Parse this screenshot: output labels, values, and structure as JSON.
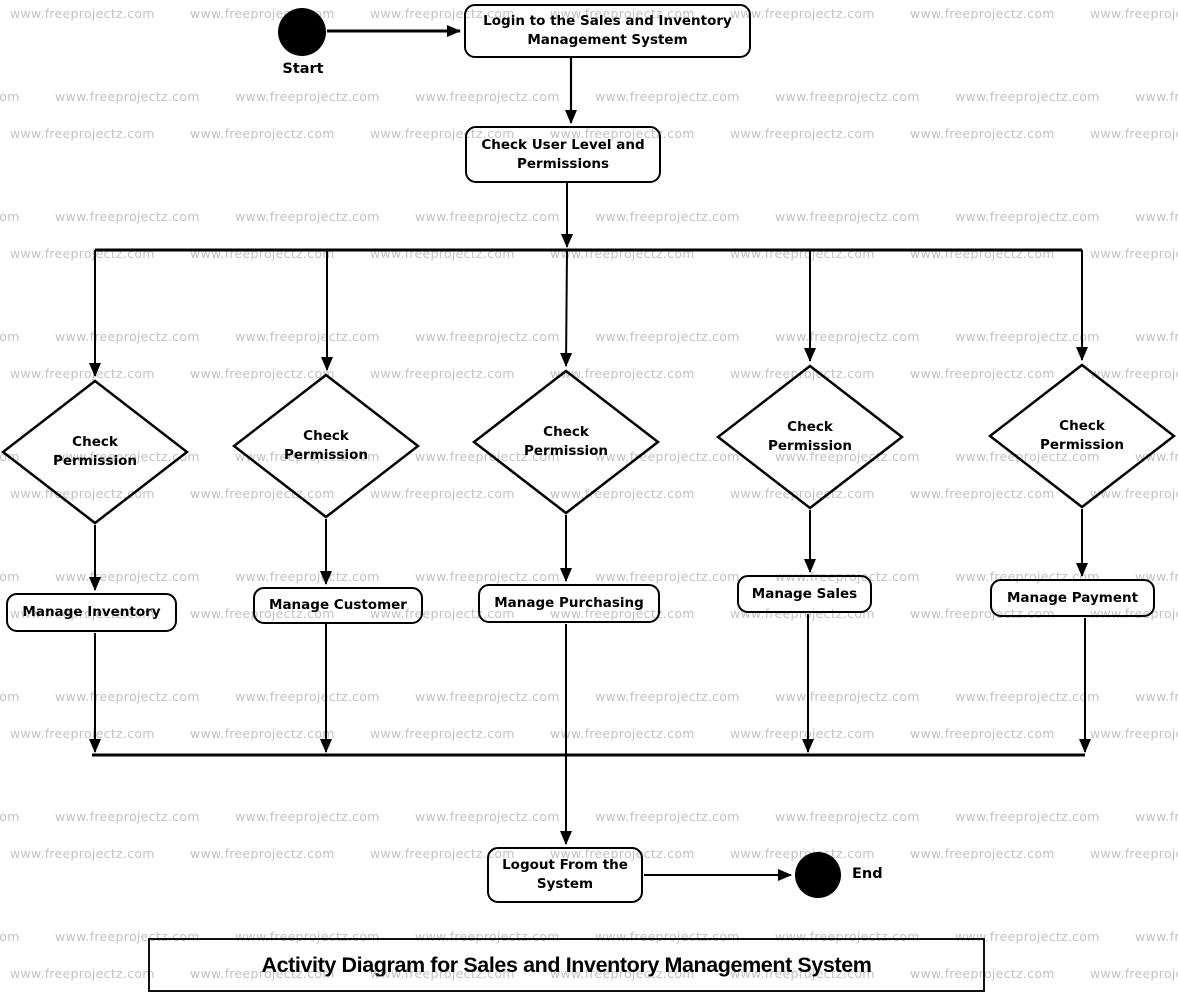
{
  "watermark": {
    "text": "www.freeprojectz.com",
    "color": "#c2c2c2"
  },
  "title": "Activity Diagram for Sales and Inventory Management System",
  "terminals": {
    "start_label": "Start",
    "end_label": "End"
  },
  "nodes": {
    "login": {
      "lines": [
        "Login to the Sales and Inventory",
        "Management System"
      ]
    },
    "check_user": {
      "lines": [
        "Check User Level and",
        "Permissions"
      ]
    },
    "logout": {
      "lines": [
        "Logout From the",
        "System"
      ]
    }
  },
  "decisions": [
    {
      "lines": [
        "Check",
        "Permission"
      ]
    },
    {
      "lines": [
        "Check",
        "Permission"
      ]
    },
    {
      "lines": [
        "Check",
        "Permission"
      ]
    },
    {
      "lines": [
        "Check",
        "Permission"
      ]
    },
    {
      "lines": [
        "Check",
        "Permission"
      ]
    }
  ],
  "activities": [
    {
      "label": "Manage Inventory"
    },
    {
      "label": "Manage Customer"
    },
    {
      "label": "Manage Purchasing"
    },
    {
      "label": "Manage Sales"
    },
    {
      "label": "Manage Payment"
    }
  ],
  "colors": {
    "stroke": "#000000",
    "background": "#ffffff",
    "watermark": "#c2c2c2"
  }
}
